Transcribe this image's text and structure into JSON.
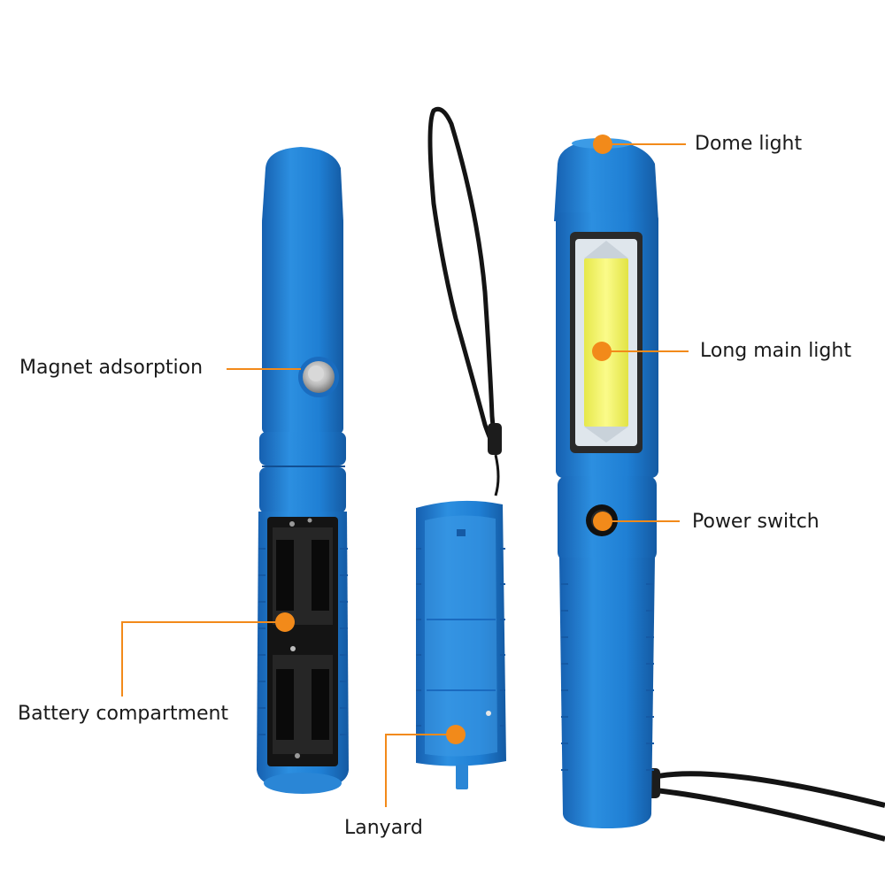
{
  "colors": {
    "body": "#1f7fd4",
    "body_dark": "#1762ad",
    "body_light": "#3c9be6",
    "callout": "#f28a1a",
    "cob_light": "#f2f25a",
    "strap": "#141414"
  },
  "callouts": {
    "magnet": "Magnet adsorption",
    "battery": "Battery compartment",
    "lanyard": "Lanyard",
    "dome": "Dome light",
    "main_light": "Long main light",
    "switch": "Power switch"
  }
}
